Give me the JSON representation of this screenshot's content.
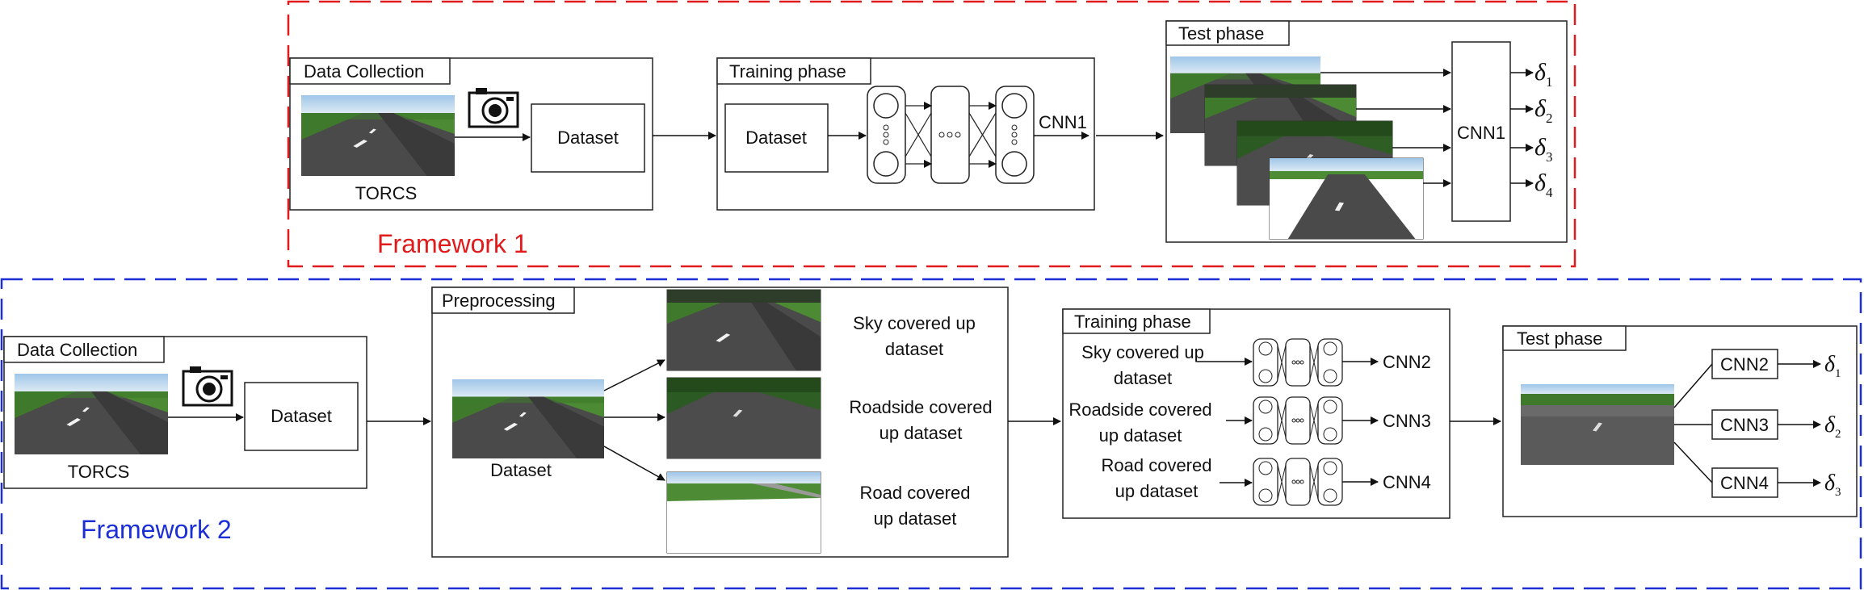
{
  "framework1": {
    "title": "Framework 1",
    "color": "#e11b1b",
    "data_collection": {
      "title": "Data Collection",
      "source": "TORCS",
      "dataset": "Dataset"
    },
    "training": {
      "title": "Training phase",
      "dataset": "Dataset",
      "model": "CNN1"
    },
    "test": {
      "title": "Test phase",
      "model": "CNN1",
      "outputs": [
        {
          "symbol": "δ",
          "sub": "1"
        },
        {
          "symbol": "δ",
          "sub": "2"
        },
        {
          "symbol": "δ",
          "sub": "3"
        },
        {
          "symbol": "δ",
          "sub": "4"
        }
      ]
    }
  },
  "framework2": {
    "title": "Framework 2",
    "color": "#1c2fd6",
    "data_collection": {
      "title": "Data Collection",
      "source": "TORCS",
      "dataset": "Dataset"
    },
    "preprocessing": {
      "title": "Preprocessing",
      "dataset": "Dataset",
      "variants": [
        {
          "line1": "Sky covered up",
          "line2": "dataset"
        },
        {
          "line1": "Roadside covered",
          "line2": "up dataset"
        },
        {
          "line1": "Road covered",
          "line2": "up dataset"
        }
      ]
    },
    "training": {
      "title": "Training phase",
      "rows": [
        {
          "line1": "Sky covered up",
          "line2": "dataset",
          "model": "CNN2"
        },
        {
          "line1": "Roadside covered",
          "line2": "up dataset",
          "model": "CNN3"
        },
        {
          "line1": "Road covered",
          "line2": "up dataset",
          "model": "CNN4"
        }
      ]
    },
    "test": {
      "title": "Test phase",
      "models": [
        {
          "model": "CNN2",
          "symbol": "δ",
          "sub": "1"
        },
        {
          "model": "CNN3",
          "symbol": "δ",
          "sub": "2"
        },
        {
          "model": "CNN4",
          "symbol": "δ",
          "sub": "3"
        }
      ]
    }
  }
}
